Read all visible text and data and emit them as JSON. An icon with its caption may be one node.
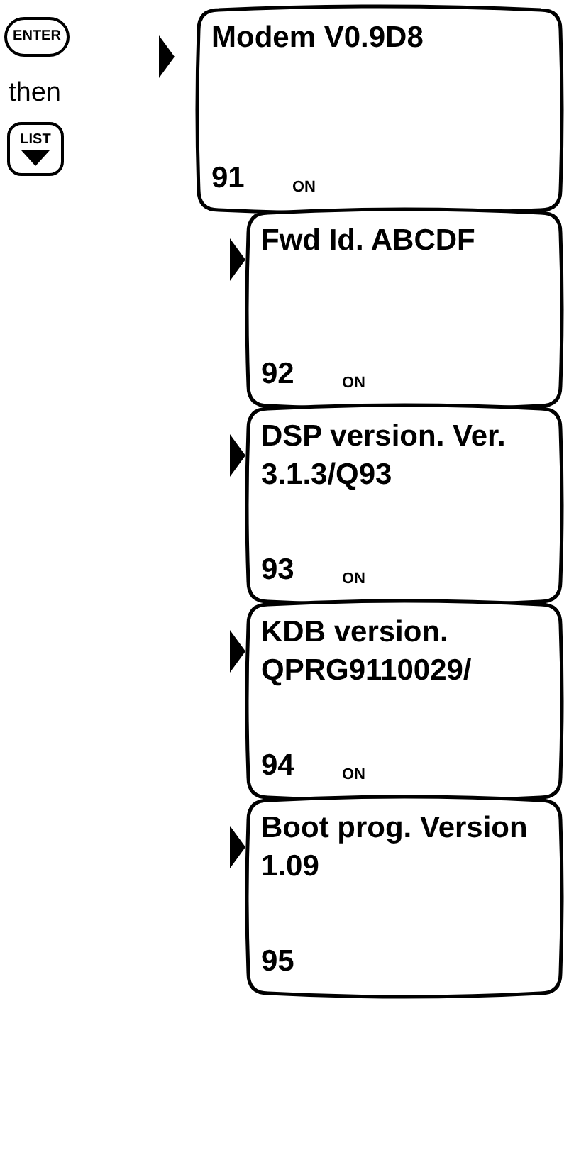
{
  "diagram": {
    "nodes": [
      {
        "text": [
          "ENTER"
        ]
      },
      {
        "text": [
          "LIST"
        ]
      },
      {
        "text": [
          "Modem V0.9D8",
          "91",
          "ON"
        ]
      },
      {
        "text": [
          "Fwd Id. ABCDF",
          "92",
          "ON"
        ]
      },
      {
        "text": [
          "DSP version. Ver. 3.1.3/Q93",
          "93",
          "ON"
        ]
      },
      {
        "text": [
          "KDB version. QPRG9110029/",
          "94",
          "ON"
        ]
      },
      {
        "text": [
          "Boot prog. Version 1.09",
          "95"
        ]
      }
    ],
    "labels": [
      "then"
    ]
  }
}
